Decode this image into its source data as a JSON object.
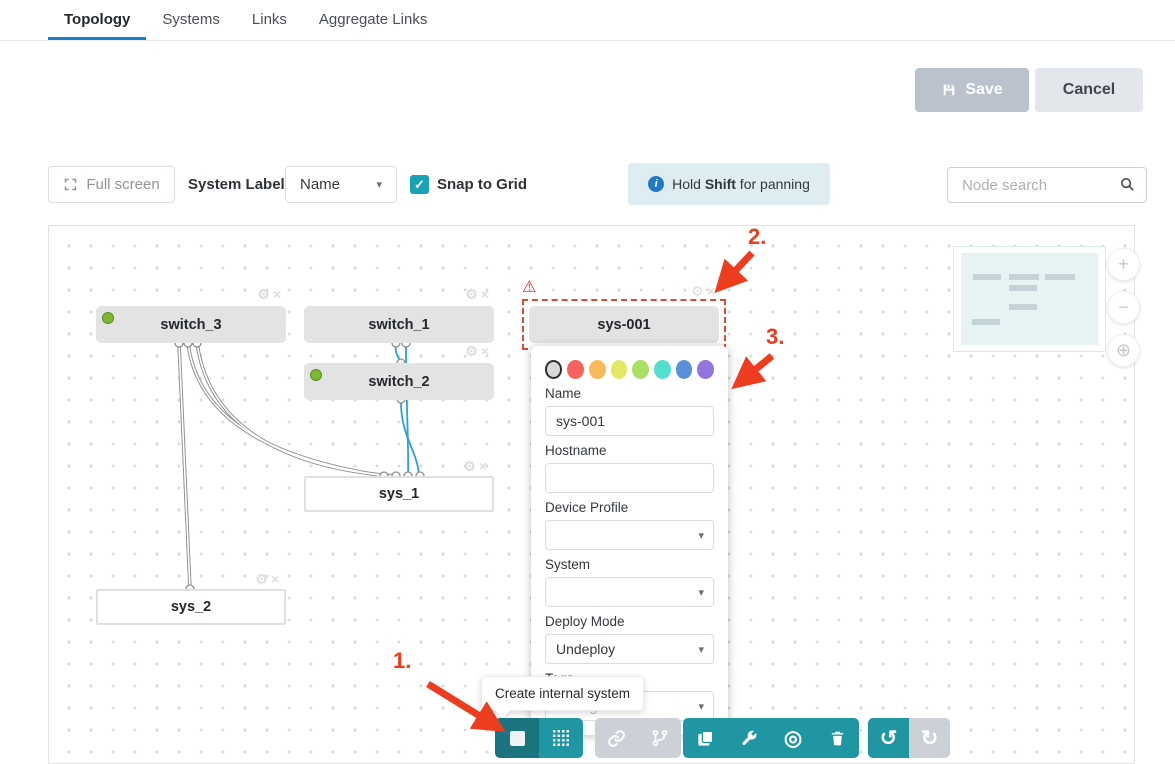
{
  "tabs": [
    {
      "label": "Topology",
      "active": true
    },
    {
      "label": "Systems",
      "active": false
    },
    {
      "label": "Links",
      "active": false
    },
    {
      "label": "Aggregate Links",
      "active": false
    }
  ],
  "header": {
    "save_label": "Save",
    "cancel_label": "Cancel"
  },
  "controls": {
    "full_screen_label": "Full screen",
    "system_label": "System Label",
    "system_label_value": "Name",
    "snap_to_grid_label": "Snap to Grid",
    "panning_hint_pre": "Hold ",
    "panning_hint_bold": "Shift",
    "panning_hint_post": " for panning",
    "node_search_placeholder": "Node search"
  },
  "canvas": {
    "nodes": [
      {
        "label": "switch_3",
        "type": "switch",
        "status_dot": true
      },
      {
        "label": "switch_1",
        "type": "switch",
        "status_dot": false
      },
      {
        "label": "switch_2",
        "type": "switch",
        "status_dot": true
      },
      {
        "label": "sys_1",
        "type": "system",
        "status_dot": false
      },
      {
        "label": "sys_2",
        "type": "system",
        "status_dot": false
      },
      {
        "label": "sys-001",
        "type": "new-system",
        "selected": true,
        "warning": true
      }
    ],
    "link_color_default": "#8c8c8c",
    "link_color_active": "#2d9fdb",
    "status_dot_color": "#7cb82f"
  },
  "popover": {
    "colors": [
      "#d8d8d8",
      "#f4645c",
      "#f8b95a",
      "#e4e965",
      "#a8e063",
      "#4fe0d0",
      "#5a8fd9",
      "#9175dc"
    ],
    "selected_color_index": 0,
    "name_label": "Name",
    "name_value": "sys-001",
    "hostname_label": "Hostname",
    "hostname_value": "",
    "device_profile_label": "Device Profile",
    "device_profile_value": "",
    "system_label": "System",
    "system_value": "",
    "deploy_mode_label": "Deploy Mode",
    "deploy_mode_value": "Undeploy",
    "tags_label": "Tags",
    "tags_placeholder": "No tags"
  },
  "tooltip": {
    "text": "Create internal system"
  },
  "annotations": {
    "one": "1.",
    "two": "2.",
    "three": "3.",
    "arrow_color": "#ee3c1e"
  },
  "bottom_toolbar": {
    "groups": [
      {
        "buttons": [
          "create-internal-system",
          "create-external-system"
        ]
      },
      {
        "buttons": [
          "create-link",
          "create-aggregate-link"
        ],
        "disabled": true
      },
      {
        "buttons": [
          "duplicate",
          "properties",
          "focus",
          "delete"
        ]
      },
      {
        "buttons": [
          "undo",
          "redo"
        ]
      }
    ]
  },
  "icons": {
    "gear": "⚙",
    "close": "×",
    "warning": "⚠",
    "caret": "▾",
    "check": "✓",
    "undo": "↺",
    "redo": "↻",
    "target": "◎",
    "zoom_in": "+",
    "zoom_out": "−",
    "zoom_fit": "⊕",
    "info": "i"
  }
}
